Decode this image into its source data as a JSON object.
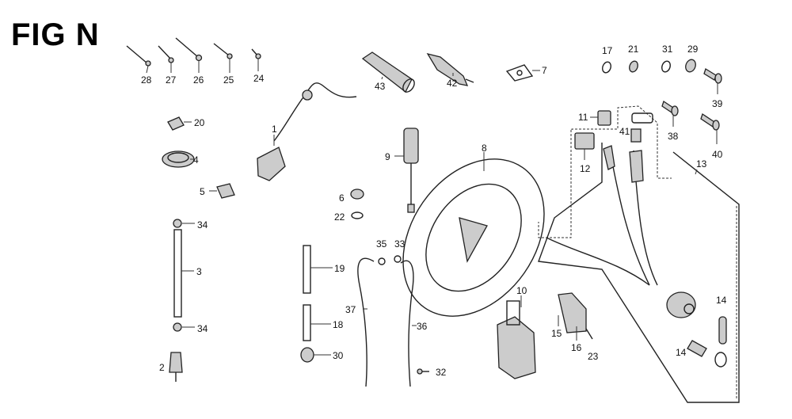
{
  "title": "FIG N",
  "callouts": [
    "28",
    "27",
    "26",
    "25",
    "24",
    "43",
    "42",
    "7",
    "17",
    "21",
    "31",
    "29",
    "39",
    "38",
    "40",
    "11",
    "41",
    "12",
    "13",
    "20",
    "1",
    "4",
    "9",
    "8",
    "5",
    "6",
    "22",
    "34",
    "3",
    "35",
    "33",
    "19",
    "10",
    "37",
    "18",
    "36",
    "15",
    "16",
    "23",
    "14",
    "14",
    "34",
    "2",
    "30",
    "32"
  ]
}
